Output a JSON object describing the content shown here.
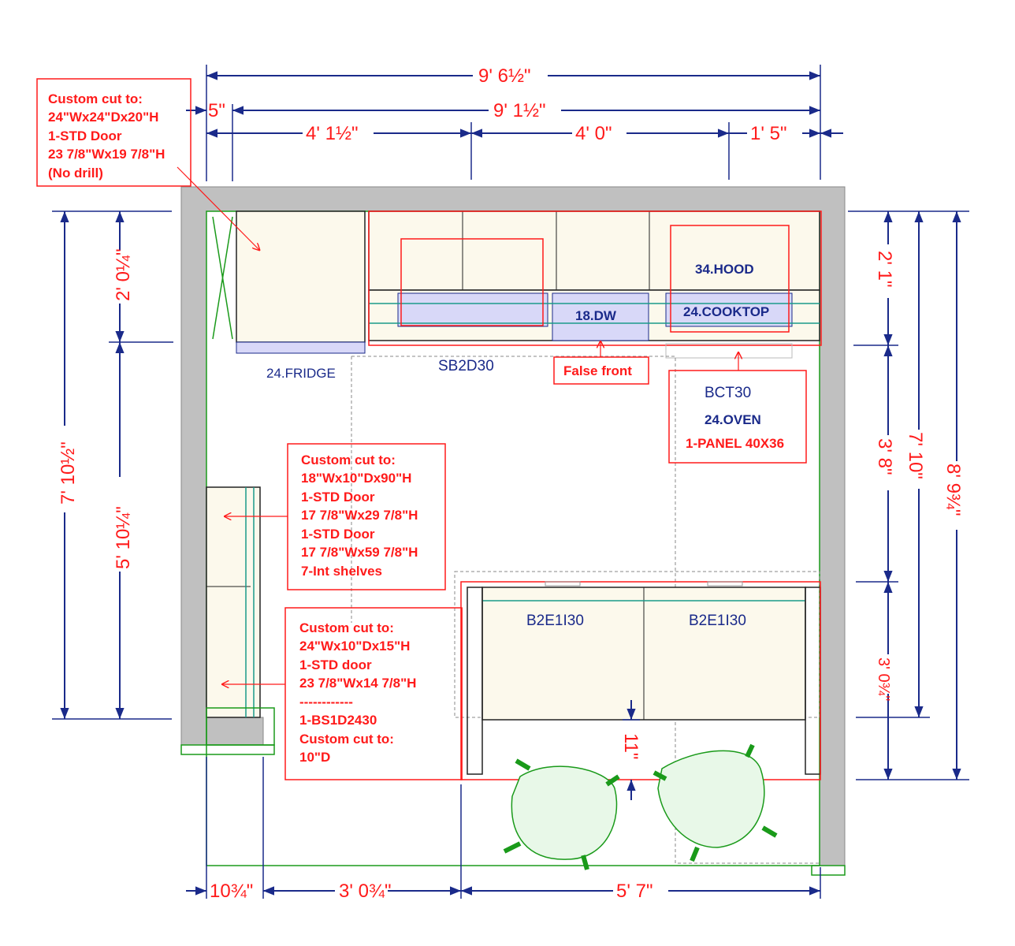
{
  "dimensions": {
    "top": {
      "overall": "9' 6½\"",
      "offset": "5\"",
      "inner": "9' 1½\"",
      "seg1": "4' 1½\"",
      "seg2": "4' 0\"",
      "seg3": "1' 5\""
    },
    "left": {
      "overall": "7' 10½\"",
      "upper": "2' 0¼\"",
      "lower": "5' 10¼\""
    },
    "right": {
      "seg1": "2' 1\"",
      "seg2": "3' 8\"",
      "seg3": "3' 0¾\"",
      "mid": "7' 10\"",
      "overall": "8' 9¾\""
    },
    "bottom": {
      "seg1": "10¾\"",
      "seg2": "3' 0¾\"",
      "seg3": "5' 7\""
    },
    "island_clearance": "11\""
  },
  "labels": {
    "fridge": "24.FRIDGE",
    "sink_base": "SB2D30",
    "dishwasher": "18.DW",
    "hood": "34.HOOD",
    "cooktop": "24.COOKTOP",
    "false_front": "False front",
    "island_left": "B2E1I30",
    "island_right": "B2E1I30"
  },
  "notes": {
    "fridge_note": [
      "Custom cut to:",
      "24\"Wx24\"Dx20\"H",
      "1-STD Door",
      "23 7/8\"Wx19 7/8\"H",
      "(No drill)"
    ],
    "oven_note": [
      "BCT30",
      "24.OVEN",
      "1-PANEL 40X36"
    ],
    "tall_note": [
      "Custom cut to:",
      "18\"Wx10\"Dx90\"H",
      "1-STD Door",
      "17 7/8\"Wx29 7/8\"H",
      "1-STD Door",
      "17 7/8\"Wx59 7/8\"H",
      "7-Int shelves"
    ],
    "base_note": [
      "Custom cut to:",
      "24\"Wx10\"Dx15\"H",
      "1-STD door",
      "23 7/8\"Wx14 7/8\"H",
      "------------",
      "1-BS1D2430",
      "Custom cut to:",
      "10\"D"
    ]
  },
  "colors": {
    "dimension_line": "#1a2a8a",
    "dimension_text": "#ff1a1a",
    "wall": "#c0c0c0",
    "outline": "#1a9a1a"
  }
}
